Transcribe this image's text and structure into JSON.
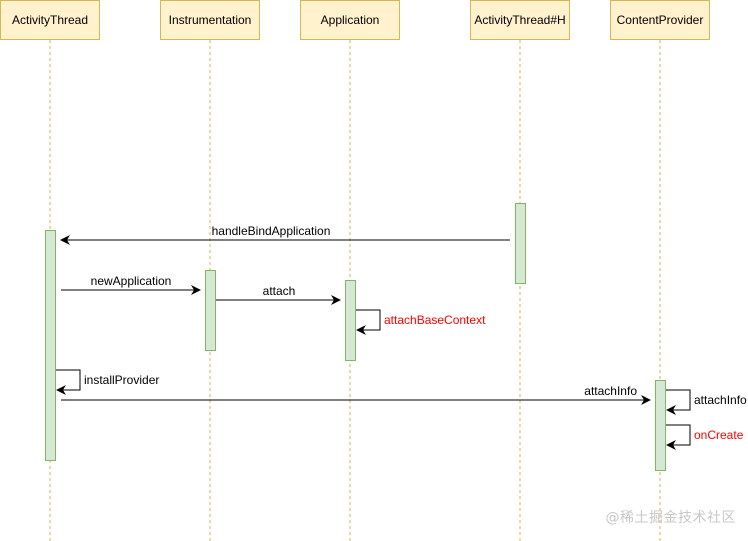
{
  "diagram": {
    "type": "sequence",
    "colors": {
      "header_fill": "#fff2cc",
      "header_border": "#d6b656",
      "activation_fill": "#d5e8d4",
      "activation_border": "#82b366",
      "lifeline": "#d6b656",
      "arrow": "#000000",
      "highlight_text": "#ff0000"
    },
    "participants": [
      {
        "id": "activitythread",
        "label": "ActivityThread"
      },
      {
        "id": "instrumentation",
        "label": "Instrumentation"
      },
      {
        "id": "application",
        "label": "Application"
      },
      {
        "id": "activitythread-h",
        "label": "ActivityThread#H"
      },
      {
        "id": "contentprovider",
        "label": "ContentProvider"
      }
    ],
    "messages": [
      {
        "id": "handlebindapplication",
        "from": "activitythread-h",
        "to": "activitythread",
        "label": "handleBindApplication",
        "highlight": false
      },
      {
        "id": "newapplication",
        "from": "activitythread",
        "to": "instrumentation",
        "label": "newApplication",
        "highlight": false
      },
      {
        "id": "attach",
        "from": "instrumentation",
        "to": "application",
        "label": "attach",
        "highlight": false
      },
      {
        "id": "attachbasecontext",
        "from": "application",
        "to": "application",
        "label": "attachBaseContext",
        "highlight": true
      },
      {
        "id": "installprovider",
        "from": "activitythread",
        "to": "activitythread",
        "label": "installProvider",
        "highlight": false
      },
      {
        "id": "attachinfo",
        "from": "activitythread",
        "to": "contentprovider",
        "label": "attachInfo",
        "highlight": false
      },
      {
        "id": "attachinfo-self",
        "from": "contentprovider",
        "to": "contentprovider",
        "label": "attachInfo",
        "highlight": false
      },
      {
        "id": "oncreate",
        "from": "contentprovider",
        "to": "contentprovider",
        "label": "onCreate",
        "highlight": true
      }
    ]
  },
  "watermark": "@稀土掘金技术社区"
}
